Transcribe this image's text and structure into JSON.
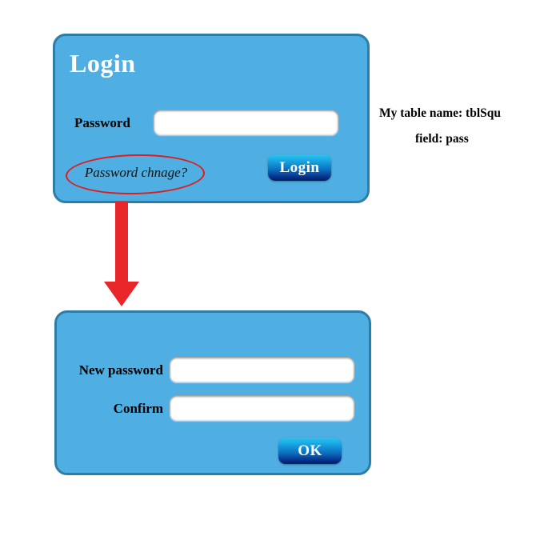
{
  "background_color": "#FFFFFF",
  "theme": {
    "panel_fill": "#4FAEE2",
    "panel_border": "#2E7CA8",
    "button_gradient_top": "#2FC4EE",
    "button_gradient_bottom": "#041F63",
    "accent_red": "#E01B1B",
    "label_color": "#000000",
    "title_color": "#FFFFFF"
  },
  "login_panel": {
    "title": "Login",
    "password_label": "Password",
    "password_value": "",
    "password_placeholder": "",
    "login_button_label": "Login",
    "password_change_link": "Password chnage?"
  },
  "change_panel": {
    "new_password_label": "New password",
    "new_password_value": "",
    "new_password_placeholder": "",
    "confirm_label": "Confirm",
    "confirm_value": "",
    "confirm_placeholder": "",
    "ok_button_label": "OK"
  },
  "annotations": {
    "line1": "My table name: tblSqu",
    "line2": "field: pass"
  },
  "arrow": {
    "icon": "down-arrow-icon",
    "color": "#E8262A",
    "direction": "down"
  }
}
